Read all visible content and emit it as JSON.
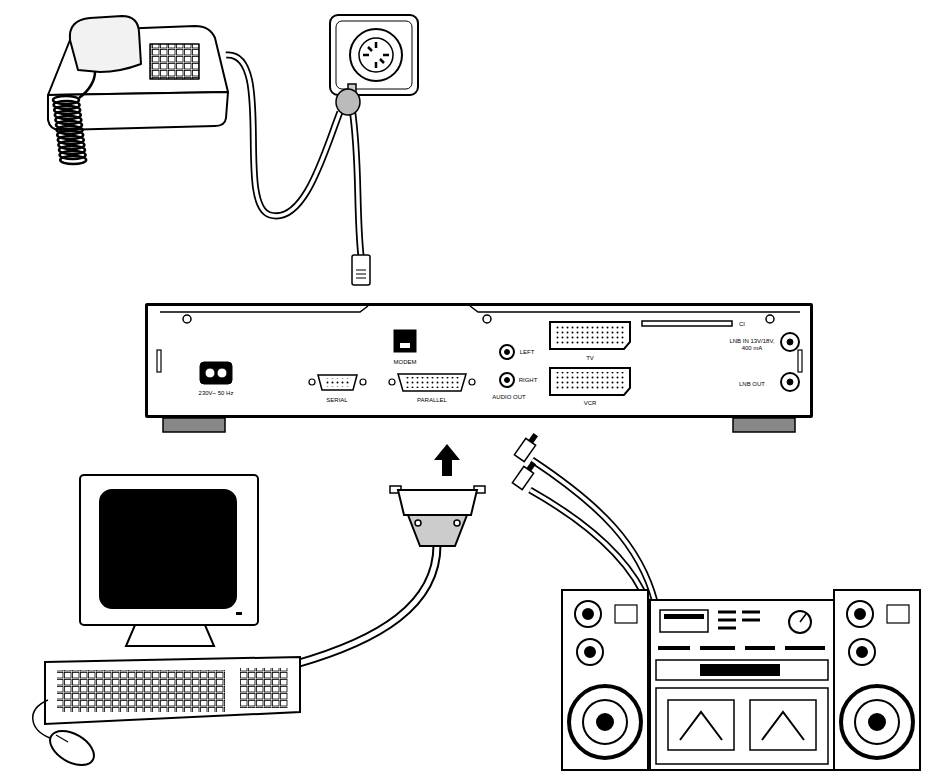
{
  "diagram": {
    "nodes": [
      {
        "text": [
          "230V~ 50 Hz",
          "MODEM",
          "SERIAL",
          "PARALLEL",
          "LEFT",
          "RIGHT",
          "AUDIO OUT",
          "TV",
          "VCR",
          "CI",
          "LNB IN 13V/18V, 400 mA",
          "LNB OUT"
        ]
      }
    ]
  }
}
